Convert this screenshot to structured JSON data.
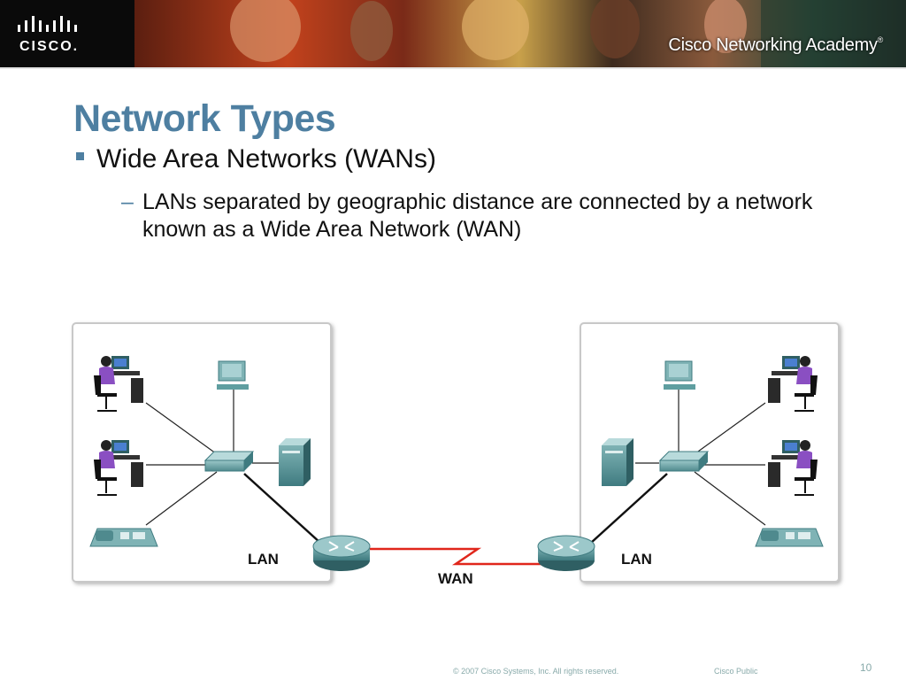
{
  "header": {
    "brand_text": "CISCO.",
    "academy_text": "Cisco Networking Academy",
    "academy_reg": "®"
  },
  "slide": {
    "title": "Network Types",
    "bullet_1": "Wide Area Networks (WANs)",
    "bullet_2_dash": "–",
    "bullet_2": "LANs separated by geographic distance are connected by a network known as a Wide Area Network (WAN)"
  },
  "diagram": {
    "left_lan_label": "LAN",
    "right_lan_label": "LAN",
    "wan_label": "WAN",
    "colors": {
      "device_teal": "#5f9ea0",
      "device_dark": "#2f5f63",
      "wan_link": "#e0261b",
      "box_border": "#c8c8c8",
      "person_purple": "#8a4fc2"
    }
  },
  "footer": {
    "copyright": "© 2007 Cisco Systems, Inc. All rights reserved.",
    "classification": "Cisco Public",
    "page_number": "10"
  }
}
